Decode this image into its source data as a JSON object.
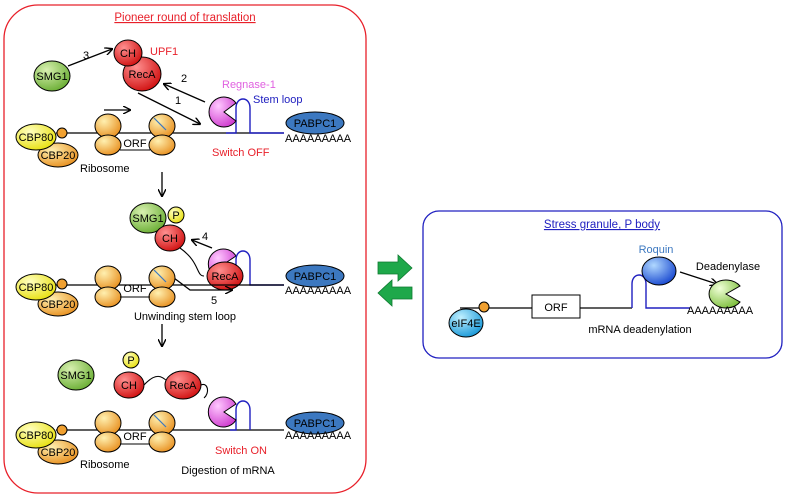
{
  "left_panel": {
    "title": "Pioneer round of translation",
    "title_color": "#e8202a",
    "border_color": "#e8202a"
  },
  "right_panel": {
    "title": "Stress granule, P body",
    "title_color": "#2020c0",
    "border_color": "#2020c0"
  },
  "labels": {
    "smg1": "SMG1",
    "ch": "CH",
    "reca": "RecA",
    "upf1": "UPF1",
    "regnase": "Regnase-1",
    "stem_loop": "Stem loop",
    "pabpc1": "PABPC1",
    "polya": "AAAAAAAAA",
    "cbp80": "CBP80",
    "cbp20": "CBP20",
    "orf": "ORF",
    "ribosome": "Ribosome",
    "switch_off": "Switch OFF",
    "switch_on": "Switch ON",
    "p": "P",
    "unwinding": "Unwinding stem loop",
    "digestion": "Digestion of mRNA",
    "eif4e": "eIF4E",
    "roquin": "Roquin",
    "deadenylase": "Deadenylase",
    "mrna_deadenylation": "mRNA deadenylation",
    "step1": "1",
    "step2": "2",
    "step3": "3",
    "step4": "4",
    "step5": "5"
  },
  "colors": {
    "smg1": "#8cc850",
    "upf1": "#e02020",
    "regnase": "#e060e0",
    "pabpc1": "#3c78c0",
    "cbp80": "#f0f020",
    "ribosome": "#f0a030",
    "roquin": "#2860e0",
    "eif4e": "#30a8e0",
    "deadenylase": "#98d060",
    "stem": "#2020c0",
    "switch": "#e8202a",
    "exchange_arrow": "#1ea84a"
  }
}
